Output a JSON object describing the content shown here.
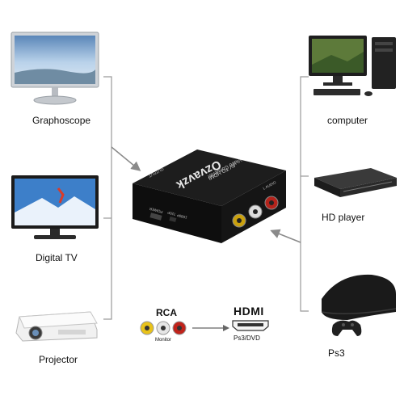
{
  "left_devices": [
    {
      "label": "Graphoscope",
      "icon": "monitor-icon"
    },
    {
      "label": "Digital TV",
      "icon": "tv-icon"
    },
    {
      "label": "Projector",
      "icon": "projector-icon"
    }
  ],
  "right_devices": [
    {
      "label": "computer",
      "icon": "desktop-computer-icon"
    },
    {
      "label": "HD player",
      "icon": "hd-player-icon"
    },
    {
      "label": "Ps3",
      "icon": "game-console-icon"
    }
  ],
  "converter": {
    "brand": "Ozvavzk",
    "model_line1": "AV TO HDMI",
    "model_line2": "Video Converter",
    "port_output": "OUTPUT",
    "port_power": "POWER",
    "port_format_a": "720P",
    "port_format_b": "1080P",
    "port_input": "L AUDIO"
  },
  "legend": {
    "rca_label": "RCA",
    "monitor_label": "Monitor",
    "hdmi_label": "HDMI",
    "hdmi_sub": "Ps3/DVD"
  },
  "colors": {
    "line": "#9a9a9a",
    "rca_yellow": "#e8c21a",
    "rca_white": "#e6e6e6",
    "rca_red": "#c0231b",
    "converter_body": "#141414"
  }
}
